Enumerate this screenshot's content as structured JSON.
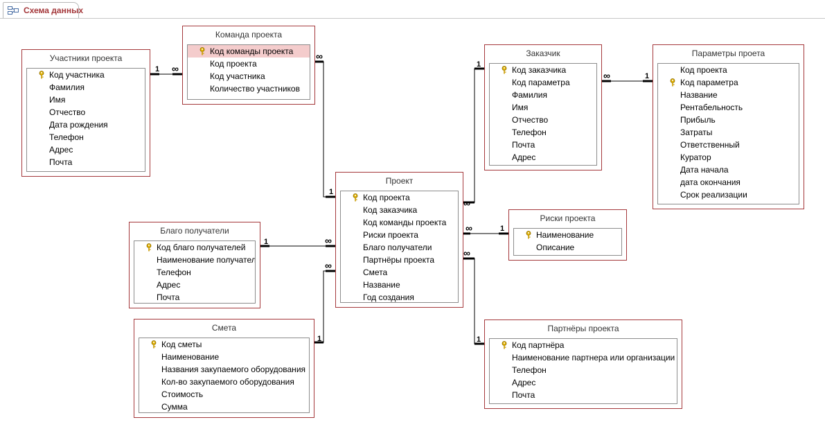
{
  "tab": {
    "label": "Схема данных",
    "icon": "relationships-icon"
  },
  "tables": {
    "uchastniki": {
      "title": "Участники проекта",
      "fields": [
        "Код участника",
        "Фамилия",
        "Имя",
        "Отчество",
        "Дата рождения",
        "Телефон",
        "Адрес",
        "Почта"
      ]
    },
    "komanda": {
      "title": "Команда проекта",
      "fields": [
        "Код команды проекта",
        "Код проекта",
        "Код участника",
        "Количество участников"
      ]
    },
    "zakazchik": {
      "title": "Заказчик",
      "fields": [
        "Код заказчика",
        "Код параметра",
        "Фамилия",
        "Имя",
        "Отчество",
        "Телефон",
        "Почта",
        "Адрес"
      ]
    },
    "parametry": {
      "title": "Параметры проета",
      "fields": [
        "Код проекта",
        "Код параметра",
        "Название",
        "Рентабельность",
        "Прибыль",
        "Затраты",
        "Ответственный",
        "Куратор",
        "Дата начала",
        "дата окончания",
        "Срок реализации"
      ]
    },
    "proekt": {
      "title": "Проект",
      "fields": [
        "Код проекта",
        "Код заказчика",
        "Код команды проекта",
        "Риски проекта",
        "Благо получатели",
        "Партнёры проекта",
        "Смета",
        "Название",
        "Год создания"
      ]
    },
    "riski": {
      "title": "Риски проекта",
      "fields": [
        "Наименование",
        "Описание"
      ]
    },
    "blago": {
      "title": "Благо получатели",
      "fields": [
        "Код благо получателей",
        "Наименование получателя",
        "Телефон",
        "Адрес",
        "Почта"
      ]
    },
    "smeta": {
      "title": "Смета",
      "fields": [
        "Код сметы",
        "Наименование",
        "Названия закупаемого оборудования",
        "Кол-во закупаемого оборудования",
        "Стоимость",
        "Сумма"
      ]
    },
    "partnery": {
      "title": "Партнёры проекта",
      "fields": [
        "Код партнёра",
        "Наименование партнера или организации",
        "Телефон",
        "Адрес",
        "Почта"
      ]
    }
  },
  "cardinality": {
    "one": "1",
    "many": "∞"
  },
  "colors": {
    "accent": "#a4373a",
    "selection": "#f4cccc",
    "key": "#e0b000"
  }
}
